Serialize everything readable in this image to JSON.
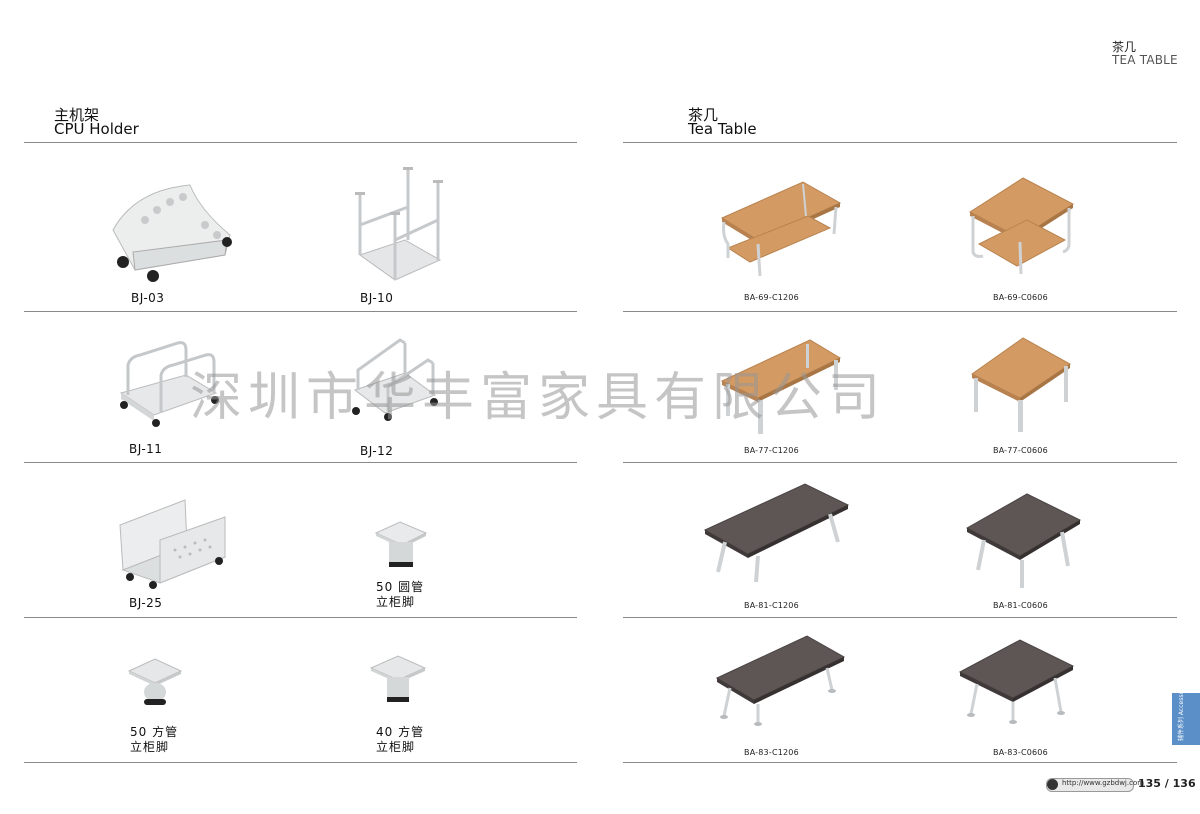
{
  "corner": {
    "title_cn": "茶几",
    "title_en": "TEA TABLE"
  },
  "left_section": {
    "title_cn": "主机架",
    "title_en": "CPU Holder"
  },
  "right_section": {
    "title_cn": "茶几",
    "title_en": "Tea Table"
  },
  "left_items": [
    {
      "code": "BJ-03"
    },
    {
      "code": "BJ-10"
    },
    {
      "code": "BJ-11"
    },
    {
      "code": "BJ-12"
    },
    {
      "code": "BJ-25"
    },
    {
      "line1": "50 圆管",
      "line2": "立柜脚"
    },
    {
      "line1": "50 方管",
      "line2": "立柜脚"
    },
    {
      "line1": "40 方管",
      "line2": "立柜脚"
    }
  ],
  "right_items": [
    {
      "code": "BA-69-C1206"
    },
    {
      "code": "BA-69-C0606"
    },
    {
      "code": "BA-77-C1206"
    },
    {
      "code": "BA-77-C0606"
    },
    {
      "code": "BA-81-C1206"
    },
    {
      "code": "BA-81-C0606"
    },
    {
      "code": "BA-83-C1206"
    },
    {
      "code": "BA-83-C0606"
    }
  ],
  "watermark": "深圳市华丰富家具有限公司",
  "side_tab": "辅件系列 Accessories series",
  "footer": {
    "url": "http://www.gzbdwj.com",
    "pages": "135 / 136"
  },
  "colors": {
    "wood": "#d39b63",
    "dark_top": "#5d5655",
    "metal": "#cfd2d5",
    "tab": "#5a8fc8"
  }
}
